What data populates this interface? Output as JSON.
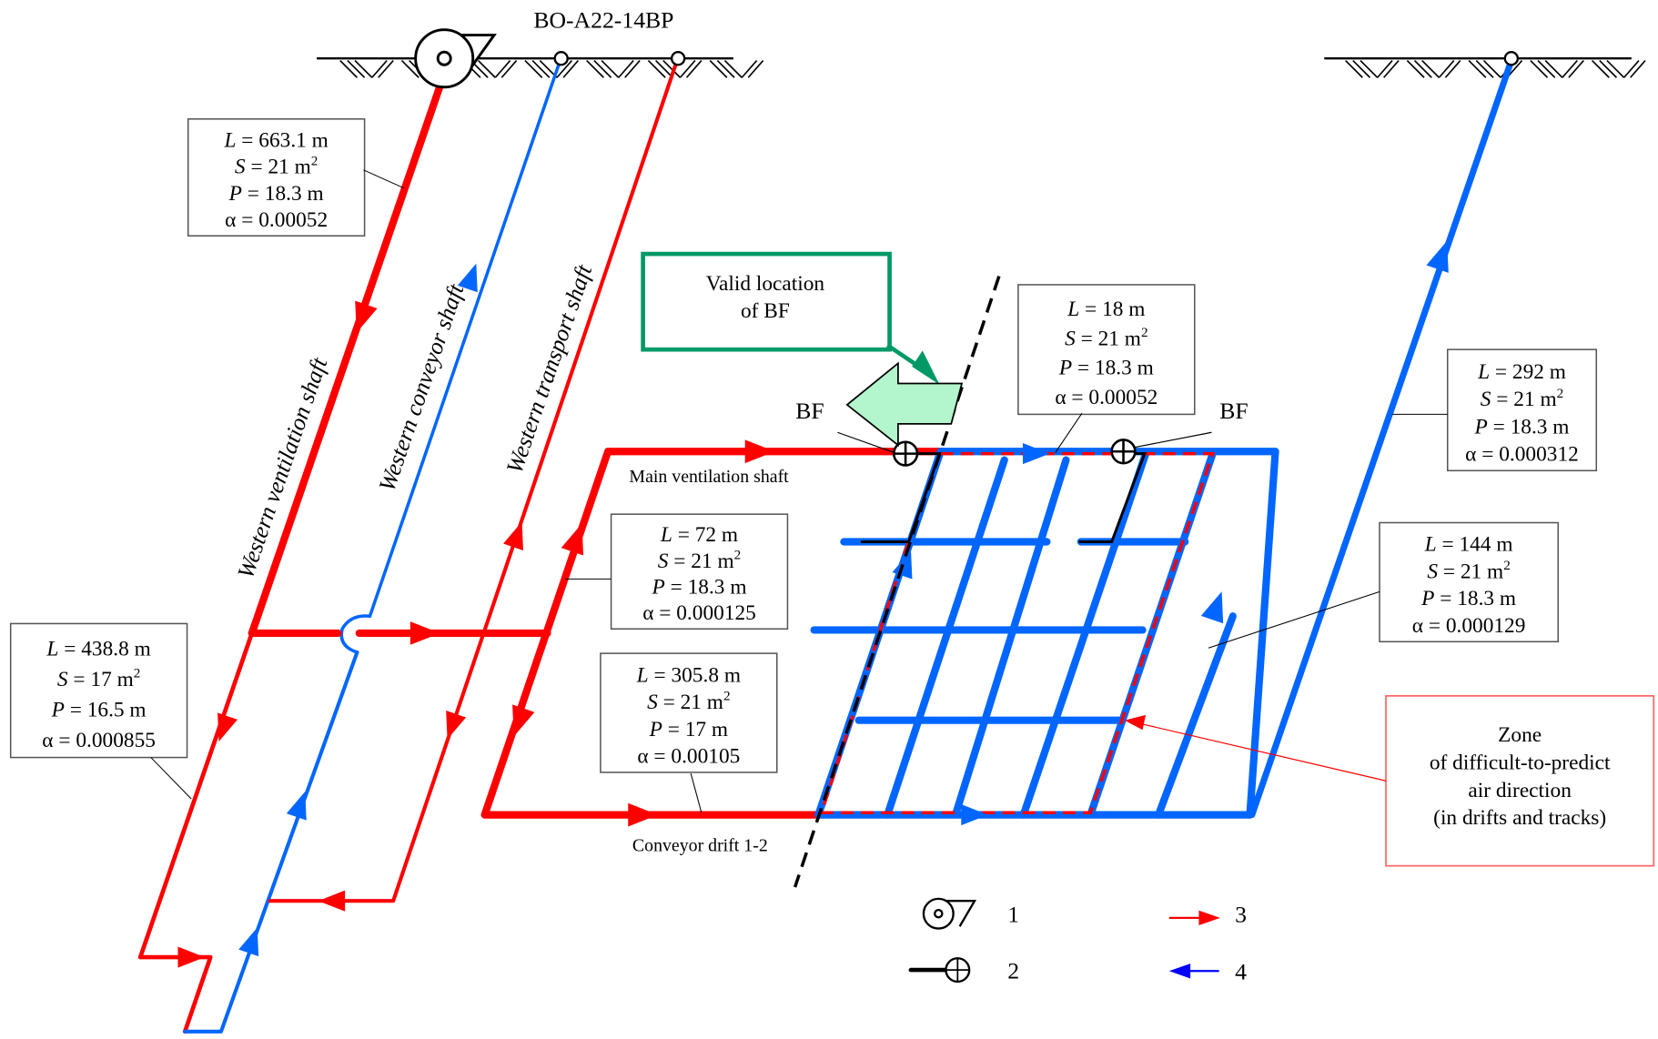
{
  "title": "BO-A22-14BP",
  "shaft_labels": {
    "ventilation": "Western ventilation shaft",
    "conveyor": "Western conveyor shaft",
    "transport": "Western transport shaft"
  },
  "drift_labels": {
    "main": "Main ventilation shaft",
    "conveyor": "Conveyor drift 1-2"
  },
  "bf_labels": [
    "BF",
    "BF"
  ],
  "valid_location": [
    "Valid location",
    "of BF"
  ],
  "zone_note": [
    "Zone",
    "of difficult-to-predict",
    "air direction",
    "(in drifts and tracks)"
  ],
  "param_boxes": [
    {
      "L": "663.1 m",
      "S": "21 m",
      "S_exp": "2",
      "P": "18.3 m",
      "alpha": "0.00052"
    },
    {
      "L": "438.8 m",
      "S": "17 m",
      "S_exp": "2",
      "P": "16.5 m",
      "alpha": "0.000855"
    },
    {
      "L": "72 m",
      "S": "21 m",
      "S_exp": "2",
      "P": "18.3 m",
      "alpha": "0.000125"
    },
    {
      "L": "305.8 m",
      "S": "21 m",
      "S_exp": "2",
      "P": "17 m",
      "alpha": "0.00105"
    },
    {
      "L": "18 m",
      "S": "21 m",
      "S_exp": "2",
      "P": "18.3 m",
      "alpha": "0.00052"
    },
    {
      "L": "292 m",
      "S": "21 m",
      "S_exp": "2",
      "P": "18.3 m",
      "alpha": "0.000312"
    },
    {
      "L": "144 m",
      "S": "21 m",
      "S_exp": "2",
      "P": "18.3 m",
      "alpha": "0.000129"
    }
  ],
  "param_symbols": {
    "L": "L",
    "S": "S",
    "P": "P",
    "alpha": "α",
    "eq": " = "
  },
  "legend": [
    {
      "num": "1",
      "icon": "fan-icon"
    },
    {
      "num": "2",
      "icon": "bulkhead-icon"
    },
    {
      "num": "3",
      "icon": "red-arrow-icon"
    },
    {
      "num": "4",
      "icon": "blue-arrow-icon"
    }
  ],
  "colors": {
    "fresh_air": "#ff0000",
    "return_air": "#0066ff",
    "legend_blue": "#0000ff",
    "green": "#009966",
    "green_fill": "#b3f5cc",
    "zone_border": "#ff6666"
  }
}
